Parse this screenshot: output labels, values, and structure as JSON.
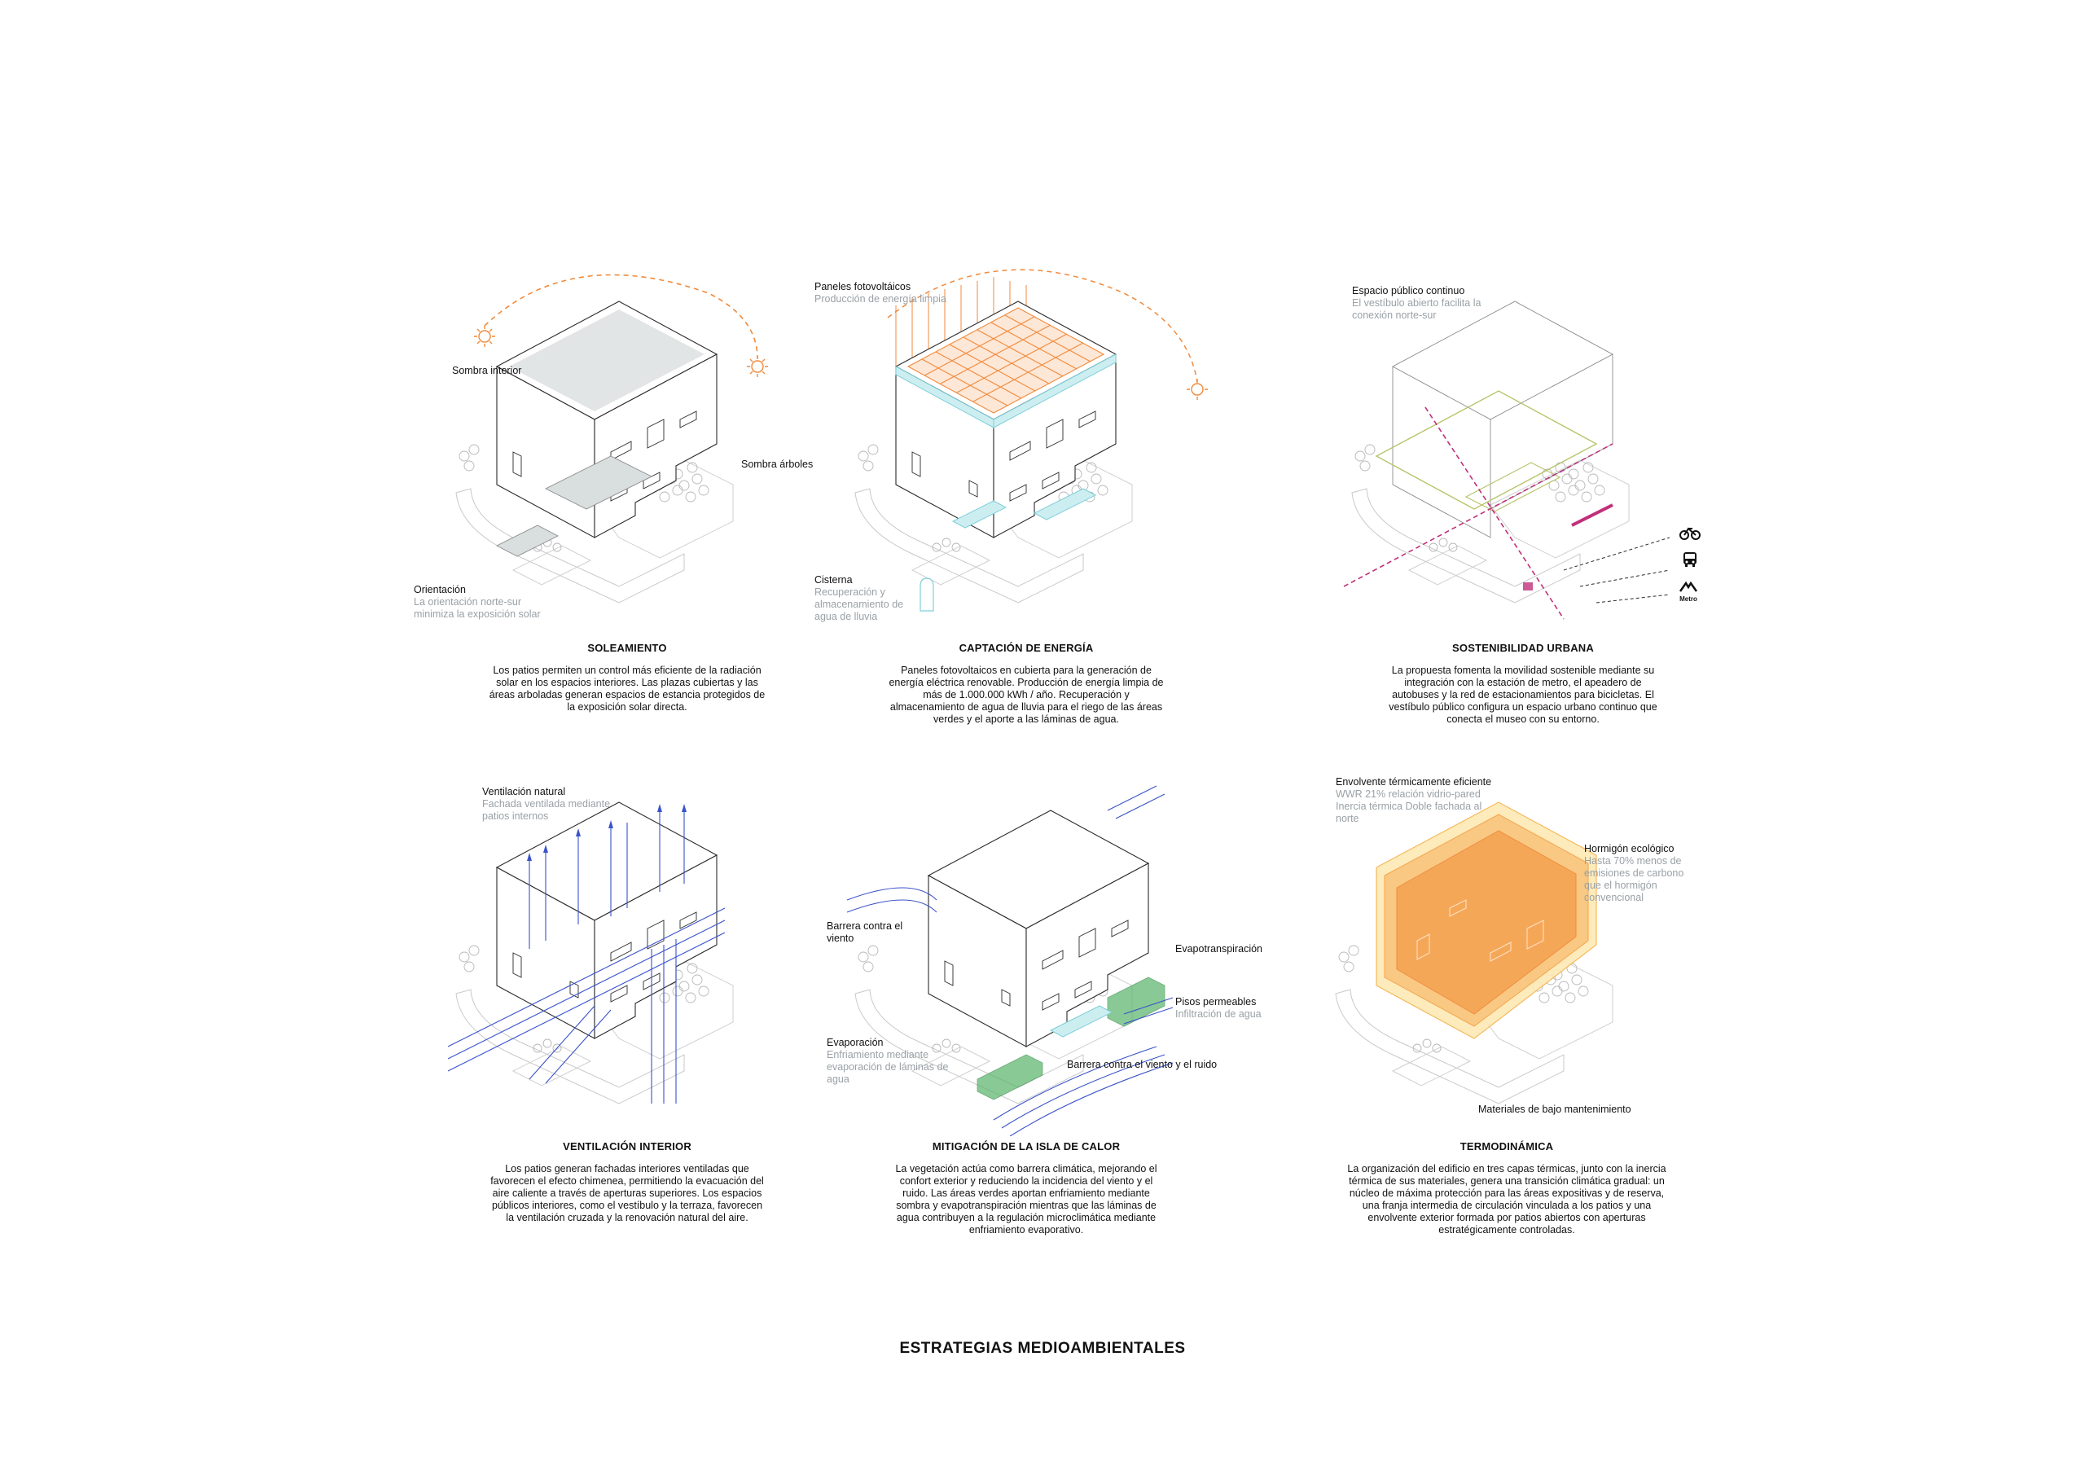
{
  "main_title": "ESTRATEGIAS MEDIOAMBIENTALES",
  "colors": {
    "line": "#2b2b2b",
    "light_line": "#b5b5b5",
    "sun": "#f08a3c",
    "solar": "#f08a3c",
    "water": "#7fd0d8",
    "urban": "#c0307a",
    "context": "#b9c46a",
    "vent": "#3a53c9",
    "green": "#58b36a",
    "thermal": "#f5b24a"
  },
  "panels": [
    {
      "id": "soleamiento",
      "title": "SOLEAMIENTO",
      "description": "Los patios permiten un control más eficiente de la radiación solar en los espacios interiores. Las plazas cubiertas y las áreas arboladas generan espacios de estancia protegidos de la exposición solar directa.",
      "labels": [
        {
          "title": "Sombra interior",
          "sub": ""
        },
        {
          "title": "Sombra árboles",
          "sub": ""
        },
        {
          "title": "Orientación",
          "sub": "La orientación norte-sur minimiza la exposición solar"
        }
      ]
    },
    {
      "id": "captacion",
      "title": "CAPTACIÓN DE ENERGÍA",
      "description": "Paneles fotovoltaicos en cubierta para la generación de energía eléctrica renovable. Producción de energía limpia de más de 1.000.000 kWh / año. Recuperación y almacenamiento de agua de lluvia para el riego de las áreas verdes y el aporte a las láminas de agua.",
      "labels": [
        {
          "title": "Paneles fotovoltáicos",
          "sub": "Producción de energía limpia"
        },
        {
          "title": "Cisterna",
          "sub": "Recuperación y almacenamiento de agua de lluvia"
        }
      ]
    },
    {
      "id": "sostenibilidad",
      "title": "SOSTENIBILIDAD URBANA",
      "description": "La propuesta fomenta la movilidad sostenible mediante su integración con la estación de metro, el apeadero de autobuses y la red de estacionamientos para bicicletas. El vestíbulo público configura un espacio urbano continuo que conecta el museo con su entorno.",
      "labels": [
        {
          "title": "Espacio público continuo",
          "sub": "El vestíbulo abierto facilita la conexión norte-sur"
        }
      ],
      "metro_label": "Metro"
    },
    {
      "id": "ventilacion",
      "title": "VENTILACIÓN INTERIOR",
      "description": "Los patios generan fachadas interiores ventiladas que favorecen el efecto chimenea, permitiendo la evacuación del aire caliente a través de aperturas superiores. Los espacios públicos interiores, como el vestíbulo y la terraza, favorecen la ventilación cruzada y la renovación natural del aire.",
      "labels": [
        {
          "title": "Ventilación natural",
          "sub": "Fachada ventilada mediante patios internos"
        }
      ]
    },
    {
      "id": "isla-calor",
      "title": "MITIGACIÓN DE LA ISLA DE CALOR",
      "description": "La vegetación actúa como barrera climática, mejorando el confort exterior y reduciendo la incidencia del viento y el ruido. Las áreas verdes aportan enfriamiento mediante sombra y evapotranspiración mientras que las láminas de agua contribuyen a la regulación microclimática mediante enfriamiento evaporativo.",
      "labels": [
        {
          "title": "Barrera contra el viento",
          "sub": ""
        },
        {
          "title": "Evapotranspiración",
          "sub": ""
        },
        {
          "title": "Pisos permeables",
          "sub": "Infiltración de agua"
        },
        {
          "title": "Evaporación",
          "sub": "Enfriamiento mediante evaporación de láminas de agua"
        },
        {
          "title": "Barrera contra el viento y el ruido",
          "sub": ""
        }
      ]
    },
    {
      "id": "termodinamica",
      "title": "TERMODINÁMICA",
      "description": "La organización del edificio en tres capas térmicas, junto con la inercia térmica de sus materiales, genera una transición climática gradual: un núcleo de máxima protección para las áreas expositivas y de reserva, una franja intermedia de circulación vinculada a los patios y una envolvente exterior formada por patios abiertos con aperturas estratégicamente controladas.",
      "labels": [
        {
          "title": "Envolvente térmicamente eficiente",
          "sub": "WWR 21% relación vidrio-pared Inercia térmica Doble fachada al norte"
        },
        {
          "title": "Hormigón ecológico",
          "sub": "Hasta 70% menos de emisiones de carbono que el hormigón convencional"
        },
        {
          "title": "Materiales de bajo mantenimiento",
          "sub": ""
        }
      ]
    }
  ]
}
